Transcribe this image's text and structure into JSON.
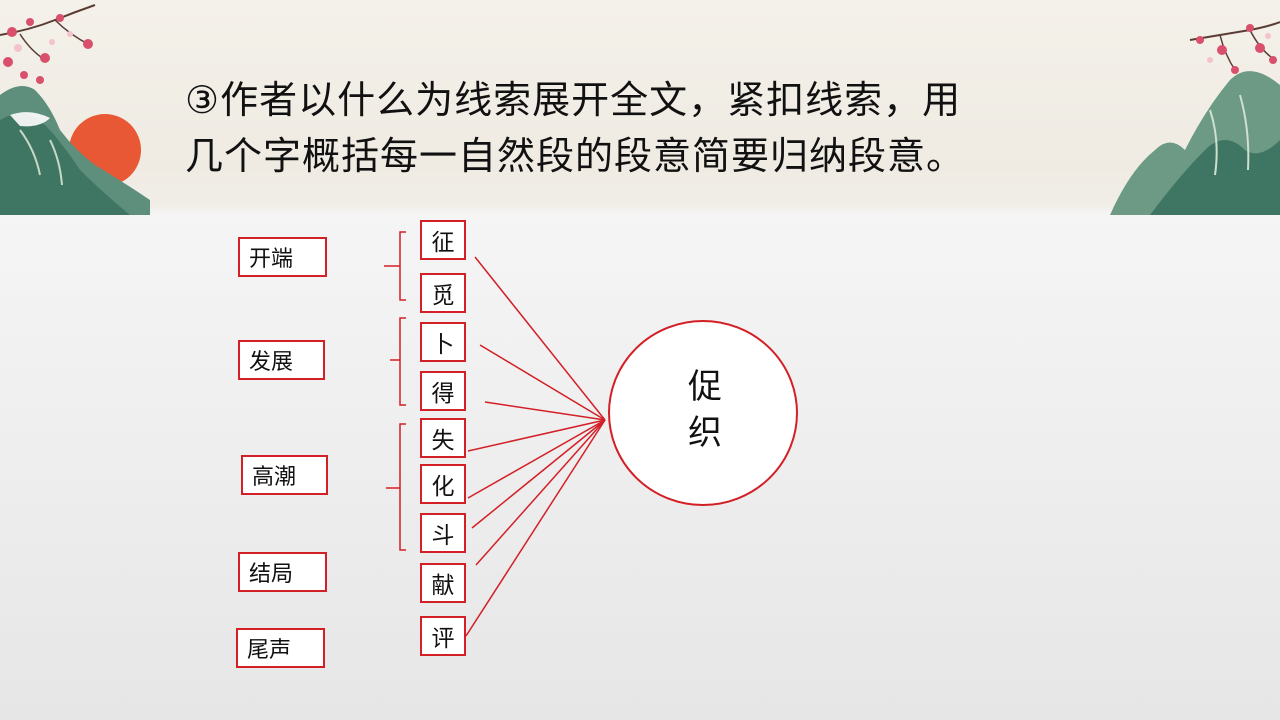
{
  "title": {
    "line1": "③作者以什么为线索展开全文，紧扣线索，用",
    "line2": "几个字概括每一自然段的段意简要归纳段意。"
  },
  "categories": [
    "开端",
    "发展",
    "高潮",
    "结局",
    "尾声"
  ],
  "keywords": [
    "征",
    "觅",
    "卜",
    "得",
    "失",
    "化",
    "斗",
    "献",
    "评"
  ],
  "center": {
    "line1": "促",
    "line2": "织"
  },
  "colors": {
    "accent": "#d31f26",
    "text": "#111111"
  },
  "icons": [
    "plum-blossom-branch-icon",
    "mountain-landscape-icon",
    "red-sun-icon",
    "mountain-landscape-right-icon"
  ]
}
